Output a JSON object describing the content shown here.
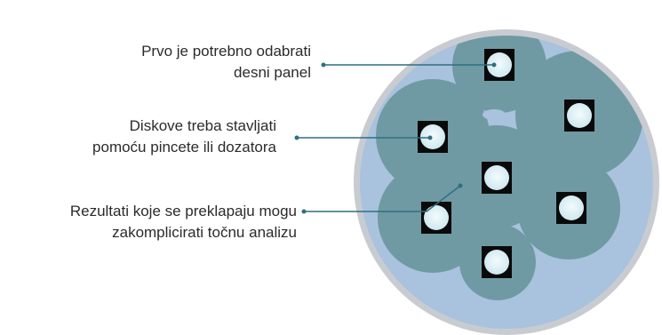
{
  "annotations": [
    {
      "id": "select-panel",
      "lines": [
        "Prvo je potrebno odabrati",
        "desni panel"
      ]
    },
    {
      "id": "place-discs",
      "lines": [
        "Diskove treba stavljati",
        "pomoću pincete ili dozatora"
      ]
    },
    {
      "id": "overlap-results",
      "lines": [
        "Rezultati koje se preklapaju mogu",
        "zakomplicirati točnu analizu"
      ]
    }
  ],
  "colors": {
    "dish_outer": "#c8ccd1",
    "dish_inner": "#a9c2de",
    "zone": "#6f9aa3",
    "disc_border": "#0a0a0a",
    "disc_fill": "#e6f3f7",
    "leader": "#2f6f80",
    "text": "#2b2b2b"
  }
}
